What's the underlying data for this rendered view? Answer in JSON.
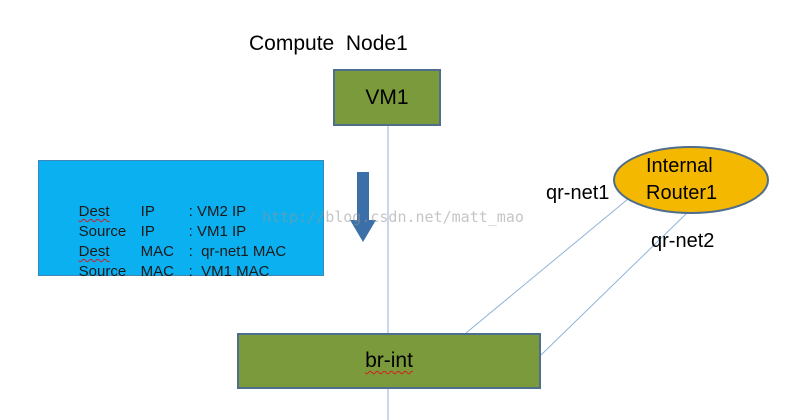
{
  "node_title": "Compute  Node1",
  "vm": {
    "label": "VM1"
  },
  "bridge": {
    "label": "br-int"
  },
  "router": {
    "line1": "Internal",
    "line2": "Router1"
  },
  "ports": {
    "net1": "qr-net1",
    "net2": "qr-net2"
  },
  "packet_header": {
    "rows": [
      {
        "field": "Dest",
        "type": "IP",
        "value": ": VM2 IP"
      },
      {
        "field": "Source",
        "type": "IP",
        "value": ": VM1 IP"
      },
      {
        "field": "Dest",
        "type": "MAC",
        "value": ":  qr-net1 MAC"
      },
      {
        "field": "Source",
        "type": "MAC",
        "value": ":  VM1 MAC"
      }
    ]
  },
  "watermark": "http://blog.csdn.net/matt_mao",
  "colors": {
    "box_green": "#7b9a3c",
    "box_border": "#4f6e8c",
    "info_blue": "#0ab0f0",
    "router_orange": "#f5b800",
    "arrow_blue": "#3a6fa8",
    "line_blue": "#8fb3d9"
  }
}
